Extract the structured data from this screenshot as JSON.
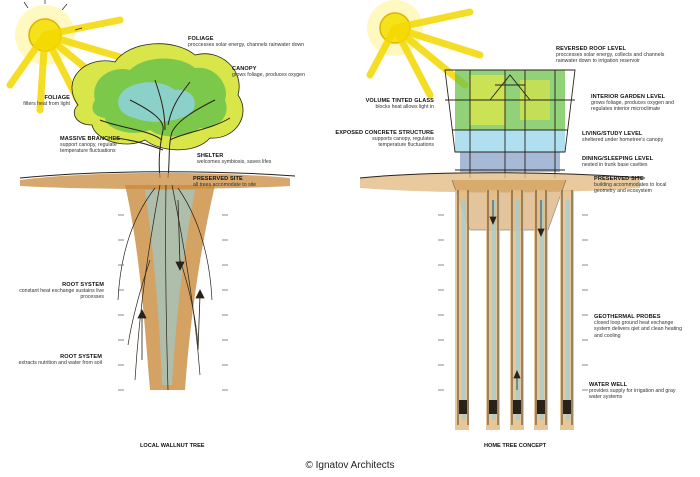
{
  "tree": {
    "caption": "LOCAL WALLNUT TREE",
    "labels": {
      "foliage_top": {
        "title": "FOLIAGE",
        "desc": "proccesses solar energy, channels rainwater down"
      },
      "canopy": {
        "title": "CANOPY",
        "desc": "grows foliage, produces oxygen"
      },
      "foliage_left": {
        "title": "FOLIAGE",
        "desc": "filters heat from light"
      },
      "massive_branches": {
        "title": "MASSIVE BRANCHES",
        "desc1": "support canopy, regulate",
        "desc2": "temperature fluctuations"
      },
      "shelter": {
        "title": "SHELTER",
        "desc": "welcomes symbiosis, saves lifes"
      },
      "preserved_site": {
        "title": "PRESERVED SITE",
        "desc": "all trees accomodate to site"
      },
      "root_system_1": {
        "title": "ROOT SYSTEM",
        "desc1": "constant heat exchange sustains live",
        "desc2": "processes"
      },
      "root_system_2": {
        "title": "ROOT SYSTEM",
        "desc": "extracts nutrition and water from soil"
      }
    }
  },
  "house": {
    "caption": "HOME TREE CONCEPT",
    "labels": {
      "reversed_roof": {
        "title": "REVERSED ROOF LEVEL",
        "desc1": "proccesses solar energy, collects and channels",
        "desc2": "rainwater down to irrigation reservoir"
      },
      "volume_glass": {
        "title": "VOLUME TINTED GLASS",
        "desc": "blocks heat allows light in"
      },
      "interior_garden": {
        "title": "INTERIOR GARDEN LEVEL",
        "desc1": "grows foliage, produces oxygen and",
        "desc2": "regulates interior microclimate"
      },
      "exposed_concrete": {
        "title": "EXPOSED CONCRETE STRUCTURE",
        "desc1": "supports canopy, regulates",
        "desc2": "temperature fluctuations"
      },
      "living_study": {
        "title": "LIVING/STUDY LEVEL",
        "desc": "sheltered under hometree's canopy"
      },
      "dining_sleeping": {
        "title": "DINING/SLEEPING LEVEL",
        "desc": "nested in trunk base cavities"
      },
      "preserved_site": {
        "title": "PRESERVED SITE",
        "desc1": "building accommodates to local",
        "desc2": "geometry and ecosystem"
      },
      "geothermal": {
        "title": "GEOTHERMAL PROBES",
        "desc1": "closed loop ground heat exchange",
        "desc2": "system delivers qiet and clean heating",
        "desc3": "and cooling"
      },
      "water_well": {
        "title": "WATER WELL",
        "desc1": "provides supply for irrigation and gray",
        "desc2": "water systems"
      }
    }
  },
  "copyright": "© Ignatov Architects",
  "colors": {
    "sun": "#f5e21a",
    "foliage_green": "#6cc24a",
    "foliage_yellow": "#d8e64a",
    "foliage_blue": "#8fd3e8",
    "soil": "#c98b3c",
    "soil_light": "#e3bd86",
    "ink": "#2a2118"
  }
}
